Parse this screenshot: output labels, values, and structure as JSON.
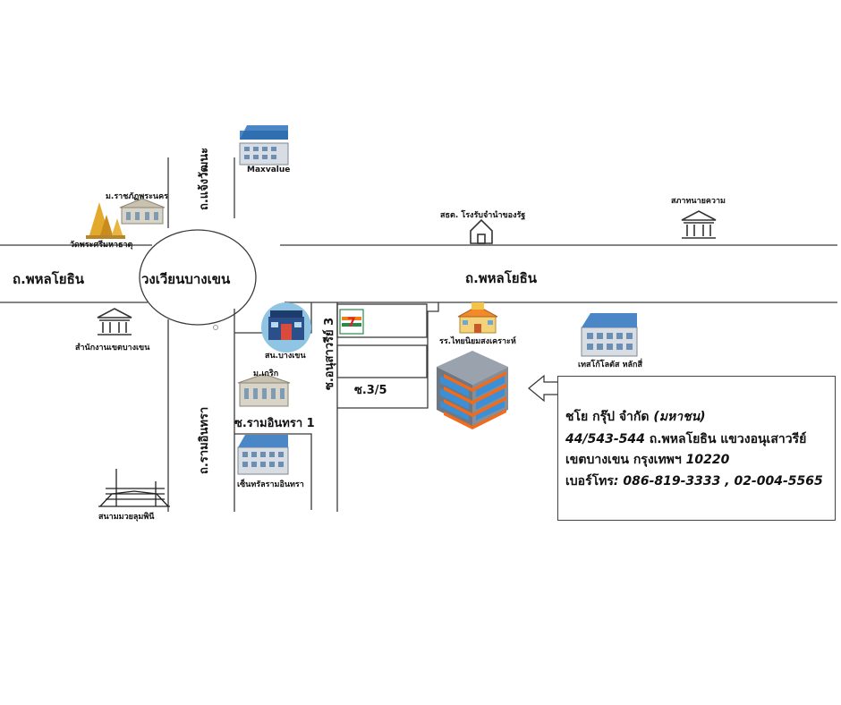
{
  "roads": {
    "phahon_left": "ถ.พหลโยธิน",
    "phahon_right": "ถ.พหลโยธิน",
    "roundabout": "วงเวียนบางเขน",
    "chaengwattana": "ถ.แจ้งวัฒนะ",
    "ramintra": "ถ.รามอินทรา",
    "anusawari3": "ซ.อนุสาวรีย์ 3",
    "soi_3_5": "ซ.3/5",
    "ramintra1": "ซ.รามอินทรา 1"
  },
  "places": {
    "maxvalue": "Maxvalue",
    "rajabhat": "ม.ราชภัฏพระนคร",
    "wat": "วัดพระศรีมหาธาตุ",
    "public_warehouse": "สธต. โรงรับจำนำของรัฐ",
    "lawyers_council": "สภาทนายความ",
    "district_office": "สำนักงานเขตบางเขน",
    "police_station": "สน.บางเขน",
    "kasem": "ม.เกริก",
    "central": "เซ็นทรัลรามอินทรา",
    "boxing": "สนามมวยลุมพินี",
    "school": "รร.ไทยนิยมสงเคราะห์",
    "lotus": "เทสโก้โลตัส หลักสี่"
  },
  "info": {
    "company": "ชโย กรุ๊ป จำกัด",
    "company_suffix": "(มหาชน)",
    "address_num": "44/543-544",
    "address_rest": "ถ.พหลโยธิน แขวงอนุเสาวรีย์",
    "district": "เขตบางเขน กรุงเทพฯ",
    "postcode": "10220",
    "phone_label": "เบอร์โทร",
    "phones": ": 086-819-3333 , 02-004-5565"
  },
  "colors": {
    "road_line": "#3a3a3a",
    "building_orange": "#f26a1b",
    "building_blue": "#3a8fd6",
    "building_grey": "#8a8f96"
  }
}
